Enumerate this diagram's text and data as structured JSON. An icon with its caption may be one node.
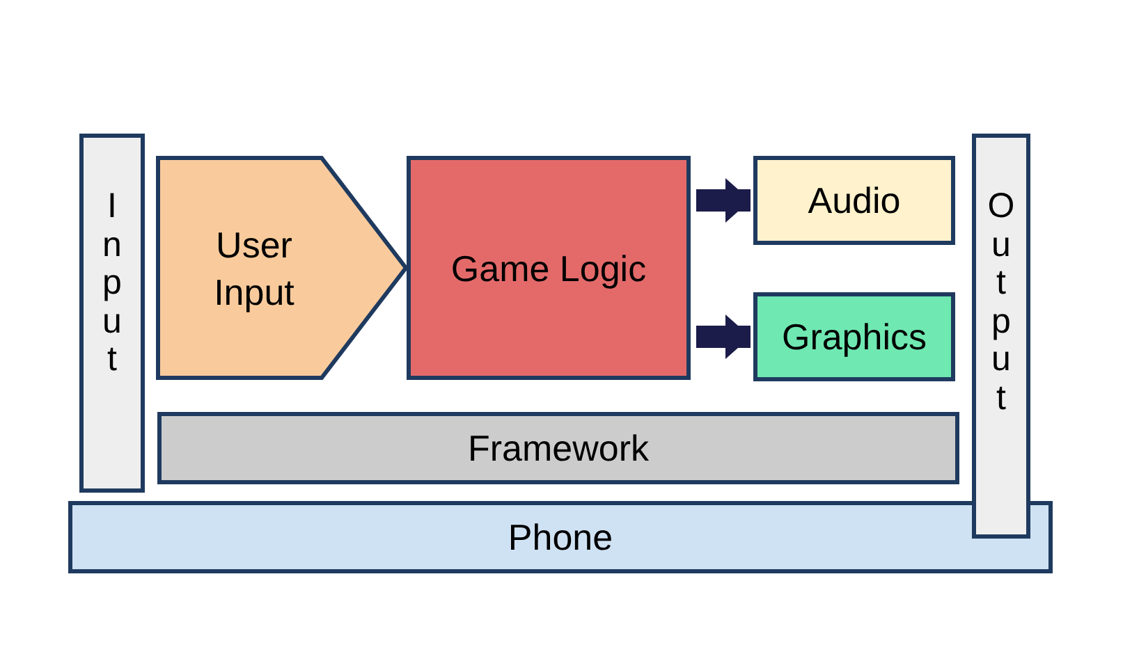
{
  "diagram": {
    "nodes": [
      {
        "text": [
          "Input"
        ]
      },
      {
        "text": [
          "User Input"
        ]
      },
      {
        "text": [
          "Game Logic"
        ]
      },
      {
        "text": [
          "Audio"
        ]
      },
      {
        "text": [
          "Graphics"
        ]
      },
      {
        "text": [
          "Output"
        ]
      },
      {
        "text": [
          "Framework"
        ]
      },
      {
        "text": [
          "Phone"
        ]
      }
    ],
    "edges": [
      {
        "from": 2,
        "to": 3,
        "arrow": "to"
      },
      {
        "from": 2,
        "to": 4,
        "arrow": "to"
      }
    ]
  }
}
